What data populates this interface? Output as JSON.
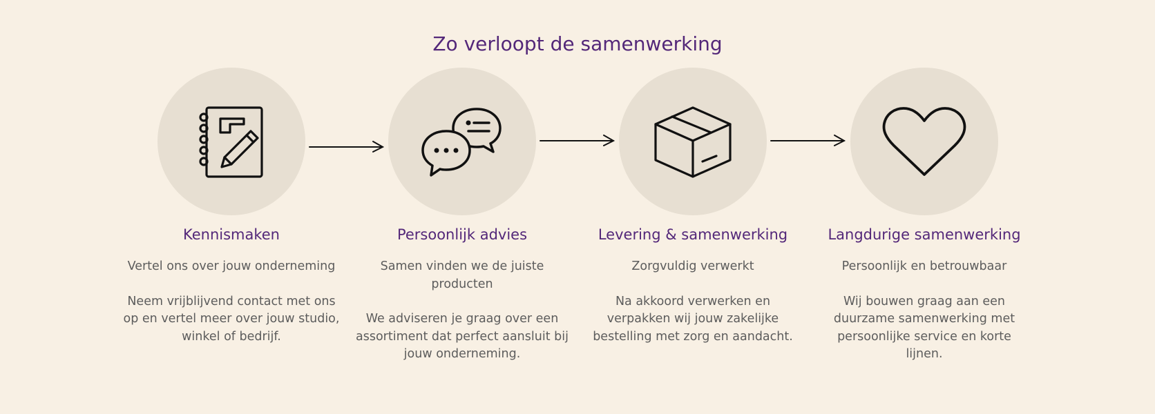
{
  "page": {
    "title": "Zo verloopt de samenwerking",
    "accent_color": "#532779",
    "background_color": "#f8f0e4",
    "circle_color": "#e7dfd2"
  },
  "steps": [
    {
      "icon": "notebook-pencil-icon",
      "title": "Kennismaken",
      "subtitle": "Vertel ons over jouw onderneming",
      "description": "Neem vrijblijvend contact met ons op en vertel meer over jouw studio, winkel of bedrijf."
    },
    {
      "icon": "chat-bubbles-icon",
      "title": "Persoonlijk advies",
      "subtitle": "Samen vinden we de juiste producten",
      "description": "We adviseren je graag over een assortiment dat perfect aansluit bij jouw onderneming."
    },
    {
      "icon": "package-box-icon",
      "title": "Levering & samenwerking",
      "subtitle": "Zorgvuldig verwerkt",
      "description": "Na akkoord verwerken en verpakken wij jouw zakelijke bestelling met zorg en aandacht."
    },
    {
      "icon": "heart-icon",
      "title": "Langdurige samenwerking",
      "subtitle": "Persoonlijk en betrouwbaar",
      "description": "Wij bouwen graag aan een duurzame samenwerking met persoonlijke service en korte lijnen."
    }
  ]
}
